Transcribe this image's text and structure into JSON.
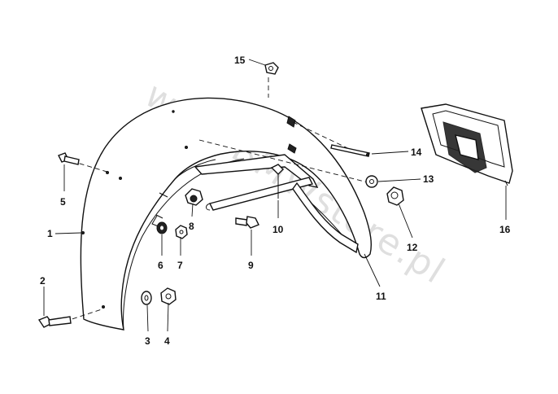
{
  "watermark": "www.BMWstore.pl",
  "callouts": [
    "1",
    "2",
    "3",
    "4",
    "5",
    "6",
    "7",
    "8",
    "9",
    "10",
    "11",
    "12",
    "13",
    "14",
    "15",
    "16"
  ]
}
